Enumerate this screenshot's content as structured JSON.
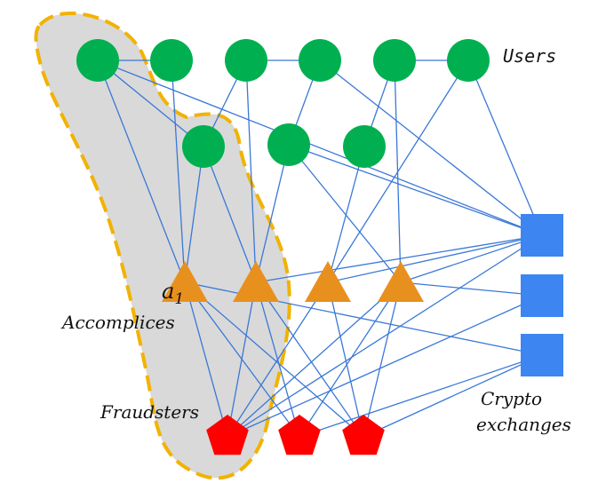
{
  "labels": {
    "users": "Users",
    "accomplices": "Accomplices",
    "fraudsters": "Fraudsters",
    "crypto_line1": "Crypto",
    "crypto_line2": "exchanges",
    "a1_main": "a",
    "a1_sub": "1"
  },
  "colors": {
    "user": "#00b050",
    "accomplice": "#e8901e",
    "fraudster": "#ff0000",
    "exchange": "#3d85f0",
    "edge": "#3a78d8",
    "group_fill": "#d9d9d9",
    "group_border": "#f2b200"
  },
  "nodes": {
    "users": [
      "u1",
      "u2",
      "u3",
      "u4",
      "u5",
      "u6",
      "u7",
      "u8",
      "u9"
    ],
    "accomplices": [
      "a1",
      "a2",
      "a3",
      "a4"
    ],
    "fraudsters": [
      "f1",
      "f2",
      "f3"
    ],
    "exchanges": [
      "e1",
      "e2",
      "e3"
    ]
  },
  "edges": [
    [
      "u1",
      "u2"
    ],
    [
      "u3",
      "u4"
    ],
    [
      "u5",
      "u6"
    ],
    [
      "u1",
      "a1"
    ],
    [
      "u2",
      "a1"
    ],
    [
      "u7",
      "a1"
    ],
    [
      "u1",
      "u7"
    ],
    [
      "u3",
      "u7"
    ],
    [
      "u3",
      "a2"
    ],
    [
      "u4",
      "u8"
    ],
    [
      "u8",
      "a2"
    ],
    [
      "u7",
      "a2"
    ],
    [
      "u1",
      "e1"
    ],
    [
      "u4",
      "e1"
    ],
    [
      "u8",
      "e1"
    ],
    [
      "u5",
      "u9"
    ],
    [
      "u5",
      "a4"
    ],
    [
      "u6",
      "a3"
    ],
    [
      "u6",
      "e1"
    ],
    [
      "u9",
      "a3"
    ],
    [
      "u8",
      "a4"
    ],
    [
      "a1",
      "f1"
    ],
    [
      "a1",
      "f2"
    ],
    [
      "a1",
      "f3"
    ],
    [
      "a2",
      "f1"
    ],
    [
      "a2",
      "f2"
    ],
    [
      "a2",
      "f3"
    ],
    [
      "a2",
      "e1"
    ],
    [
      "a3",
      "f1"
    ],
    [
      "a3",
      "f3"
    ],
    [
      "a3",
      "e1"
    ],
    [
      "a4",
      "f1"
    ],
    [
      "a4",
      "f2"
    ],
    [
      "a4",
      "f3"
    ],
    [
      "a4",
      "e1"
    ],
    [
      "a4",
      "e2"
    ],
    [
      "a1",
      "e3"
    ],
    [
      "f1",
      "e1"
    ],
    [
      "f1",
      "e2"
    ],
    [
      "f3",
      "e3"
    ],
    [
      "f2",
      "e3"
    ]
  ]
}
